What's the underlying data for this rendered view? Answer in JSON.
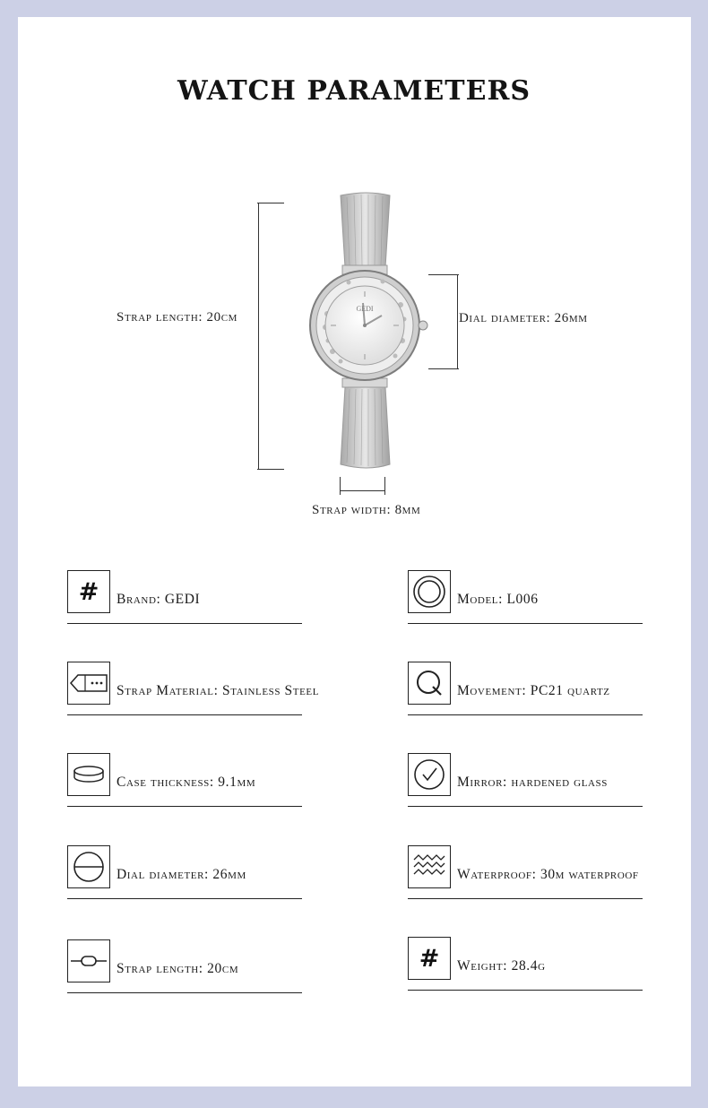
{
  "title": "WATCH PARAMETERS",
  "dimensions": {
    "strap_length": "Strap length: 20cm",
    "dial_diameter": "Dial diameter: 26mm",
    "strap_width": "Strap width: 8mm"
  },
  "watch": {
    "brand_mark": "GEDI"
  },
  "specs_left": [
    {
      "icon": "hash-icon",
      "label": "Brand: GEDI"
    },
    {
      "icon": "strap-buckle-icon",
      "label": "Strap Material: Stainless Steel"
    },
    {
      "icon": "case-thickness-icon",
      "label": "Case thickness: 9.1mm"
    },
    {
      "icon": "dial-icon",
      "label": "Dial diameter: 26mm"
    },
    {
      "icon": "strap-icon",
      "label": "Strap length: 20cm"
    }
  ],
  "specs_right": [
    {
      "icon": "ring-icon",
      "label": "Model: L006"
    },
    {
      "icon": "quartz-icon",
      "label": "Movement: PC21 quartz"
    },
    {
      "icon": "clock-check-icon",
      "label": "Mirror: hardened glass"
    },
    {
      "icon": "waves-icon",
      "label": "Waterproof: 30m waterproof"
    },
    {
      "icon": "hash-icon",
      "label": "Weight: 28.4g"
    }
  ],
  "colors": {
    "background": "#ccd0e6",
    "panel": "#ffffff",
    "ink": "#1a1a1a",
    "steel": "#c9c9c9"
  }
}
